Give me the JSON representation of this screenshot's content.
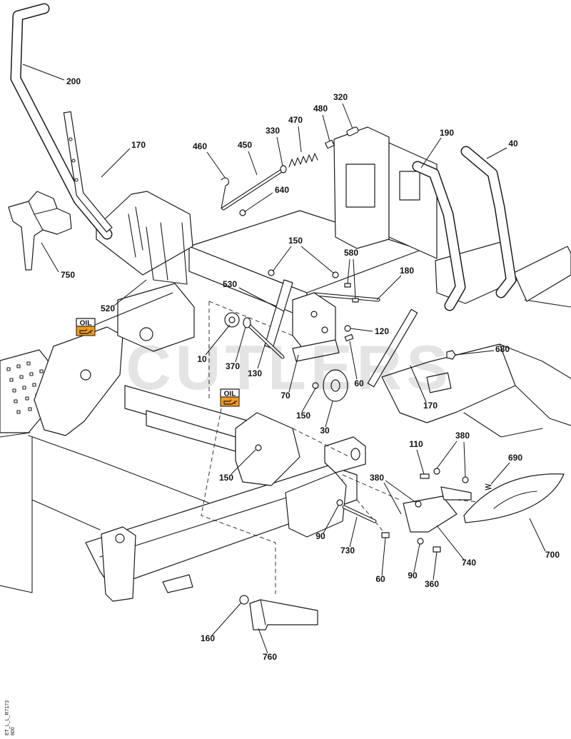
{
  "callouts": [
    "200",
    "170",
    "750",
    "520",
    "10",
    "370",
    "130",
    "460",
    "450",
    "330",
    "470",
    "480",
    "320",
    "640",
    "150",
    "580",
    "180",
    "530",
    "120",
    "70",
    "60",
    "150",
    "30",
    "190",
    "40",
    "680",
    "170",
    "110",
    "380",
    "380",
    "690",
    "90",
    "730",
    "60",
    "90",
    "360",
    "740",
    "700",
    "160",
    "760",
    "150"
  ],
  "oil_badges": [
    "OIL",
    "OIL"
  ],
  "oil_badge_icon": "oil-can-icon",
  "watermark": "CUTLERS",
  "drawing_ref": [
    "ET_L_L_R7173",
    "800"
  ],
  "colors": {
    "line": "#1a1a1a",
    "oil_badge": "#f39a1e",
    "watermark": "#000000"
  }
}
